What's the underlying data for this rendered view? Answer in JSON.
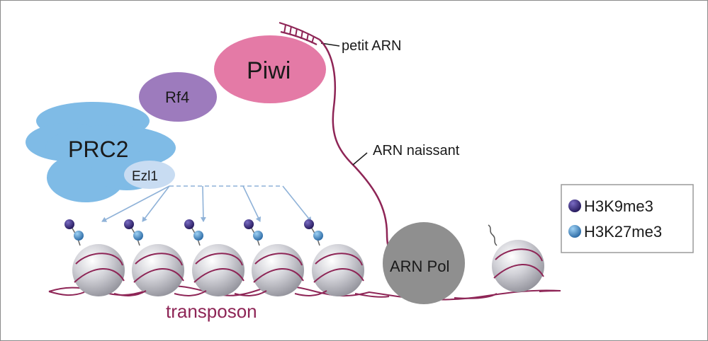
{
  "labels": {
    "piwi": "Piwi",
    "rf4": "Rf4",
    "prc2": "PRC2",
    "ezl1": "Ezl1",
    "small_rna": "petit ARN",
    "nascent_rna": "ARN naissant",
    "rna_pol": "ARN Pol",
    "transposon": "transposon"
  },
  "legend": [
    {
      "label": "H3K9me3",
      "color": "#2b1c6e"
    },
    {
      "label": "H3K27me3",
      "color": "#2f7fc0"
    }
  ],
  "colors": {
    "piwi": "#e47aa6",
    "rf4": "#9d7bbd",
    "prc2": "#7fbbe6",
    "ezl1": "#c8dcf2",
    "dna": "#8e2556",
    "nucleosome": "#c7c7cd",
    "rna_pol": "#8f8f8f",
    "arrow": "#8fb2d8",
    "h3k9me3": "#2b1c6e",
    "h3k27me3": "#2f7fc0"
  }
}
